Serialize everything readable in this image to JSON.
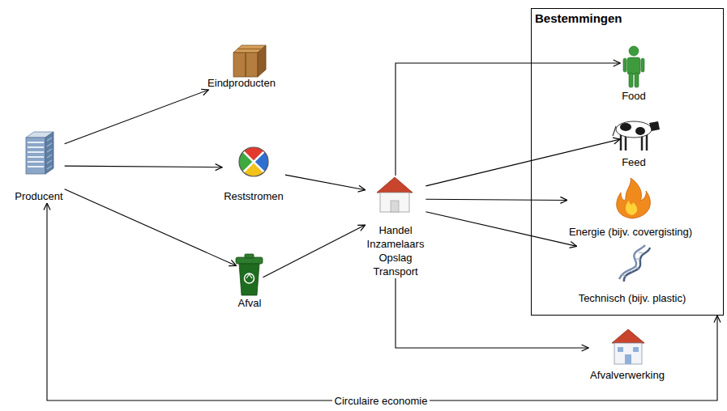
{
  "diagram": {
    "nodes": [
      {
        "text": [
          "Producent"
        ]
      },
      {
        "text": [
          "Eindproducten"
        ]
      },
      {
        "text": [
          "Reststromen"
        ]
      },
      {
        "text": [
          "Afval"
        ]
      },
      {
        "text": [
          "Handel Inzamelaars Opslag Transport"
        ]
      },
      {
        "text": [
          "Bestemmingen"
        ]
      },
      {
        "text": [
          "Food"
        ],
        "in": 5
      },
      {
        "text": [
          "Feed"
        ],
        "in": 5
      },
      {
        "text": [
          "Energie (bijv. covergisting)"
        ],
        "in": 5
      },
      {
        "text": [
          "Technisch (bijv. plastic)"
        ],
        "in": 5
      },
      {
        "text": [
          "Afvalverwerking"
        ]
      }
    ],
    "edges": [
      {
        "from": 0,
        "to": 1,
        "arrow": "to"
      },
      {
        "from": 0,
        "to": 2,
        "arrow": "to"
      },
      {
        "from": 0,
        "to": 3,
        "arrow": "to"
      },
      {
        "from": 2,
        "to": 4,
        "arrow": "to"
      },
      {
        "from": 3,
        "to": 4,
        "arrow": "to"
      },
      {
        "from": 4,
        "to": 6,
        "arrow": "to"
      },
      {
        "from": 4,
        "to": 7,
        "arrow": "to"
      },
      {
        "from": 4,
        "to": 8,
        "arrow": "to"
      },
      {
        "from": 4,
        "to": 9,
        "arrow": "to"
      },
      {
        "from": 4,
        "to": 10,
        "arrow": "to"
      },
      {
        "from": 5,
        "to": 0,
        "label": "Circulaire economie",
        "arrow": "both"
      }
    ]
  }
}
